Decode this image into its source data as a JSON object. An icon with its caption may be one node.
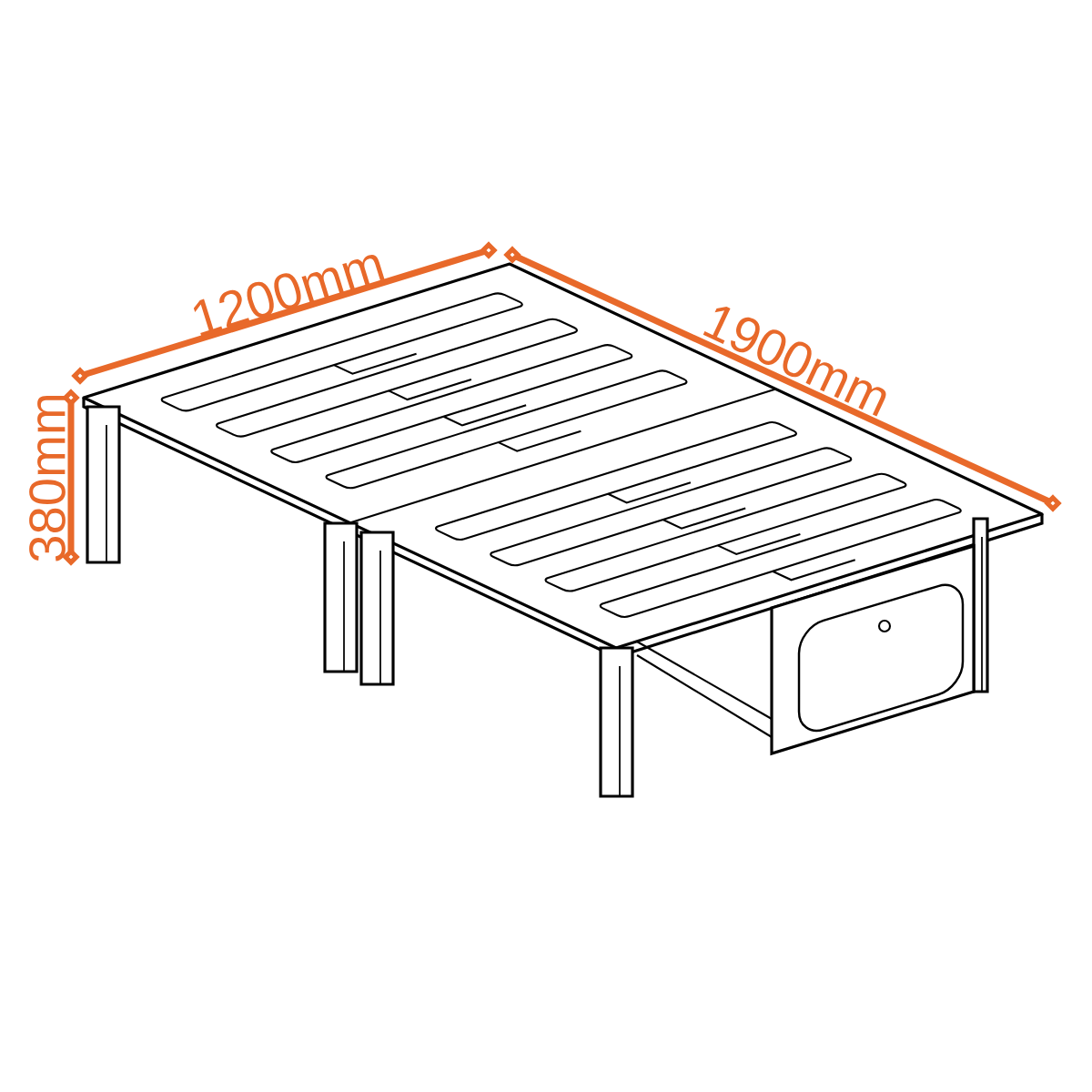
{
  "diagram": {
    "labels": [
      "1200mm",
      "1900mm",
      "380mm"
    ]
  }
}
